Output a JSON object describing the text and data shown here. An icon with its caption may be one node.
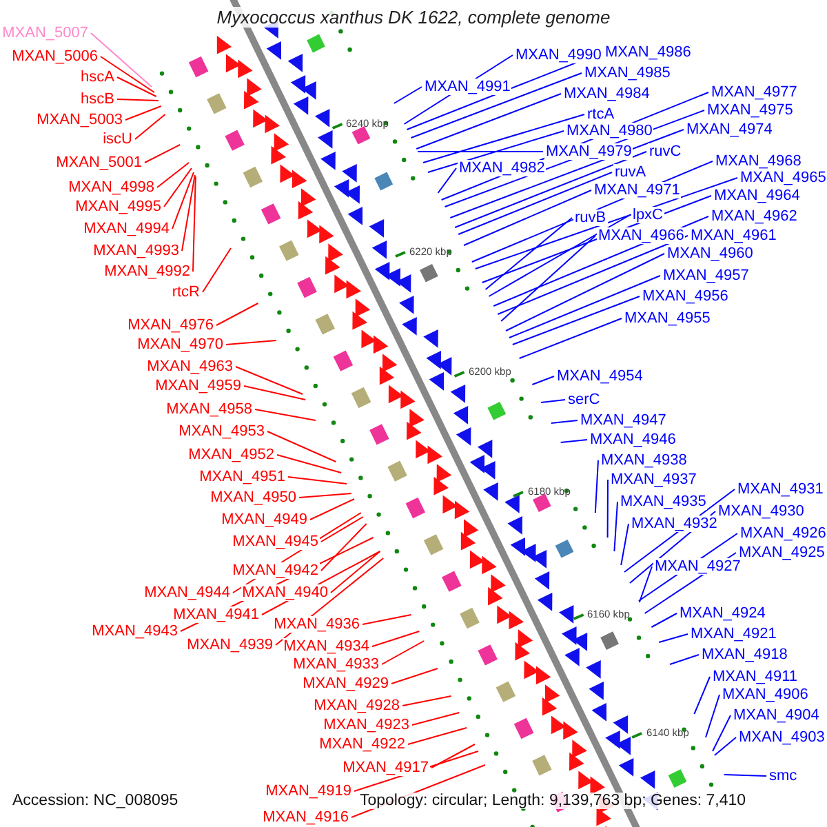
{
  "diagram": {
    "title": "Myxococcus xanthus DK 1622, complete genome",
    "nodes": [
      {
        "text": [
          "MXAN_5007"
        ]
      },
      {
        "text": [
          "MXAN_5006"
        ]
      },
      {
        "text": [
          "hscA"
        ]
      },
      {
        "text": [
          "hscB"
        ]
      },
      {
        "text": [
          "MXAN_5003"
        ]
      },
      {
        "text": [
          "iscU"
        ]
      },
      {
        "text": [
          "MXAN_5001"
        ]
      },
      {
        "text": [
          "MXAN_4998"
        ]
      },
      {
        "text": [
          "MXAN_4995"
        ]
      },
      {
        "text": [
          "MXAN_4994"
        ]
      },
      {
        "text": [
          "MXAN_4993"
        ]
      },
      {
        "text": [
          "MXAN_4992"
        ]
      },
      {
        "text": [
          "rtcR"
        ]
      },
      {
        "text": [
          "MXAN_4976"
        ]
      },
      {
        "text": [
          "MXAN_4970"
        ]
      },
      {
        "text": [
          "MXAN_4963"
        ]
      },
      {
        "text": [
          "MXAN_4959"
        ]
      },
      {
        "text": [
          "MXAN_4958"
        ]
      },
      {
        "text": [
          "MXAN_4953"
        ]
      },
      {
        "text": [
          "MXAN_4952"
        ]
      },
      {
        "text": [
          "MXAN_4951"
        ]
      },
      {
        "text": [
          "MXAN_4950"
        ]
      },
      {
        "text": [
          "MXAN_4949"
        ]
      },
      {
        "text": [
          "MXAN_4945"
        ]
      },
      {
        "text": [
          "MXAN_4942"
        ]
      },
      {
        "text": [
          "MXAN_4944"
        ]
      },
      {
        "text": [
          "MXAN_4940"
        ]
      },
      {
        "text": [
          "MXAN_4941"
        ]
      },
      {
        "text": [
          "MXAN_4943"
        ]
      },
      {
        "text": [
          "MXAN_4936"
        ]
      },
      {
        "text": [
          "MXAN_4939"
        ]
      },
      {
        "text": [
          "MXAN_4934"
        ]
      },
      {
        "text": [
          "MXAN_4933"
        ]
      },
      {
        "text": [
          "MXAN_4929"
        ]
      },
      {
        "text": [
          "MXAN_4928"
        ]
      },
      {
        "text": [
          "MXAN_4923"
        ]
      },
      {
        "text": [
          "MXAN_4922"
        ]
      },
      {
        "text": [
          "MXAN_4917"
        ]
      },
      {
        "text": [
          "MXAN_4919"
        ]
      },
      {
        "text": [
          "MXAN_4916"
        ]
      },
      {
        "text": [
          "MXAN_4990"
        ]
      },
      {
        "text": [
          "MXAN_4986"
        ]
      },
      {
        "text": [
          "MXAN_4991"
        ]
      },
      {
        "text": [
          "MXAN_4985"
        ]
      },
      {
        "text": [
          "MXAN_4984"
        ]
      },
      {
        "text": [
          "rtcA"
        ]
      },
      {
        "text": [
          "MXAN_4980"
        ]
      },
      {
        "text": [
          "MXAN_4979"
        ]
      },
      {
        "text": [
          "MXAN_4982"
        ]
      },
      {
        "text": [
          "MXAN_4977"
        ]
      },
      {
        "text": [
          "MXAN_4975"
        ]
      },
      {
        "text": [
          "MXAN_4974"
        ]
      },
      {
        "text": [
          "ruvC"
        ]
      },
      {
        "text": [
          "ruvA"
        ]
      },
      {
        "text": [
          "MXAN_4971"
        ]
      },
      {
        "text": [
          "MXAN_4968"
        ]
      },
      {
        "text": [
          "MXAN_4965"
        ]
      },
      {
        "text": [
          "MXAN_4964"
        ]
      },
      {
        "text": [
          "ruvB"
        ]
      },
      {
        "text": [
          "lpxC"
        ]
      },
      {
        "text": [
          "MXAN_4962"
        ]
      },
      {
        "text": [
          "MXAN_4961"
        ]
      },
      {
        "text": [
          "MXAN_4966"
        ]
      },
      {
        "text": [
          "MXAN_4960"
        ]
      },
      {
        "text": [
          "MXAN_4957"
        ]
      },
      {
        "text": [
          "MXAN_4956"
        ]
      },
      {
        "text": [
          "MXAN_4955"
        ]
      },
      {
        "text": [
          "MXAN_4954"
        ]
      },
      {
        "text": [
          "serC"
        ]
      },
      {
        "text": [
          "MXAN_4947"
        ]
      },
      {
        "text": [
          "MXAN_4946"
        ]
      },
      {
        "text": [
          "MXAN_4938"
        ]
      },
      {
        "text": [
          "MXAN_4937"
        ]
      },
      {
        "text": [
          "MXAN_4935"
        ]
      },
      {
        "text": [
          "MXAN_4932"
        ]
      },
      {
        "text": [
          "MXAN_4931"
        ]
      },
      {
        "text": [
          "MXAN_4930"
        ]
      },
      {
        "text": [
          "MXAN_4926"
        ]
      },
      {
        "text": [
          "MXAN_4925"
        ]
      },
      {
        "text": [
          "MXAN_4927"
        ]
      },
      {
        "text": [
          "MXAN_4924"
        ]
      },
      {
        "text": [
          "MXAN_4921"
        ]
      },
      {
        "text": [
          "MXAN_4918"
        ]
      },
      {
        "text": [
          "MXAN_4911"
        ]
      },
      {
        "text": [
          "MXAN_4906"
        ]
      },
      {
        "text": [
          "MXAN_4904"
        ]
      },
      {
        "text": [
          "MXAN_4903"
        ]
      },
      {
        "text": [
          "smc"
        ]
      }
    ],
    "edges": [
      {
        "from": 0,
        "to": null,
        "arrow": "none",
        "color": "#ff88cc"
      },
      {
        "from": 1,
        "to": null,
        "arrow": "none",
        "color": "#ff0000"
      },
      {
        "from": 2,
        "to": null,
        "arrow": "none",
        "color": "#ff0000"
      },
      {
        "from": 3,
        "to": null,
        "arrow": "none",
        "color": "#ff0000"
      },
      {
        "from": 4,
        "to": null,
        "arrow": "none",
        "color": "#ff0000"
      },
      {
        "from": 5,
        "to": null,
        "arrow": "none",
        "color": "#ff0000"
      },
      {
        "from": 6,
        "to": null,
        "arrow": "none",
        "color": "#ff0000"
      },
      {
        "from": 7,
        "to": null,
        "arrow": "none",
        "color": "#ff0000"
      },
      {
        "from": 8,
        "to": null,
        "arrow": "none",
        "color": "#ff0000"
      },
      {
        "from": 9,
        "to": null,
        "arrow": "none",
        "color": "#ff0000"
      },
      {
        "from": 10,
        "to": null,
        "arrow": "none",
        "color": "#ff0000"
      },
      {
        "from": 11,
        "to": null,
        "arrow": "none",
        "color": "#ff0000"
      },
      {
        "from": 12,
        "to": null,
        "arrow": "none",
        "color": "#ff0000"
      },
      {
        "from": 13,
        "to": null,
        "arrow": "none",
        "color": "#ff0000"
      },
      {
        "from": 14,
        "to": null,
        "arrow": "none",
        "color": "#ff0000"
      },
      {
        "from": 15,
        "to": null,
        "arrow": "none",
        "color": "#ff0000"
      },
      {
        "from": 16,
        "to": null,
        "arrow": "none",
        "color": "#ff0000"
      },
      {
        "from": 17,
        "to": null,
        "arrow": "none",
        "color": "#ff0000"
      },
      {
        "from": 18,
        "to": null,
        "arrow": "none",
        "color": "#ff0000"
      },
      {
        "from": 19,
        "to": null,
        "arrow": "none",
        "color": "#ff0000"
      },
      {
        "from": 20,
        "to": null,
        "arrow": "none",
        "color": "#ff0000"
      },
      {
        "from": 21,
        "to": null,
        "arrow": "none",
        "color": "#ff0000"
      },
      {
        "from": 22,
        "to": null,
        "arrow": "none",
        "color": "#ff0000"
      },
      {
        "from": 23,
        "to": null,
        "arrow": "none",
        "color": "#ff0000"
      },
      {
        "from": 24,
        "to": null,
        "arrow": "none",
        "color": "#ff0000"
      },
      {
        "from": 25,
        "to": null,
        "arrow": "none",
        "color": "#ff0000"
      },
      {
        "from": 26,
        "to": null,
        "arrow": "none",
        "color": "#ff0000"
      },
      {
        "from": 27,
        "to": null,
        "arrow": "none",
        "color": "#ff0000"
      },
      {
        "from": 28,
        "to": null,
        "arrow": "none",
        "color": "#ff0000"
      },
      {
        "from": 29,
        "to": null,
        "arrow": "none",
        "color": "#ff0000"
      },
      {
        "from": 30,
        "to": null,
        "arrow": "none",
        "color": "#ff0000"
      },
      {
        "from": 31,
        "to": null,
        "arrow": "none",
        "color": "#ff0000"
      },
      {
        "from": 32,
        "to": null,
        "arrow": "none",
        "color": "#ff0000"
      },
      {
        "from": 33,
        "to": null,
        "arrow": "none",
        "color": "#ff0000"
      },
      {
        "from": 34,
        "to": null,
        "arrow": "none",
        "color": "#ff0000"
      },
      {
        "from": 35,
        "to": null,
        "arrow": "none",
        "color": "#ff0000"
      },
      {
        "from": 36,
        "to": null,
        "arrow": "none",
        "color": "#ff0000"
      },
      {
        "from": 37,
        "to": null,
        "arrow": "none",
        "color": "#ff0000"
      },
      {
        "from": 38,
        "to": null,
        "arrow": "none",
        "color": "#ff0000"
      },
      {
        "from": 39,
        "to": null,
        "arrow": "none",
        "color": "#ff0000"
      },
      {
        "from": 40,
        "to": null,
        "arrow": "none",
        "color": "#0000ff"
      },
      {
        "from": 41,
        "to": null,
        "arrow": "none",
        "color": "#0000ff"
      },
      {
        "from": 42,
        "to": null,
        "arrow": "none",
        "color": "#0000ff"
      },
      {
        "from": 43,
        "to": null,
        "arrow": "none",
        "color": "#0000ff"
      },
      {
        "from": 44,
        "to": null,
        "arrow": "none",
        "color": "#0000ff"
      },
      {
        "from": 45,
        "to": null,
        "arrow": "none",
        "color": "#0000ff"
      },
      {
        "from": 46,
        "to": null,
        "arrow": "none",
        "color": "#0000ff"
      },
      {
        "from": 47,
        "to": null,
        "arrow": "none",
        "color": "#0000ff"
      },
      {
        "from": 48,
        "to": null,
        "arrow": "none",
        "color": "#0000ff"
      },
      {
        "from": 49,
        "to": null,
        "arrow": "none",
        "color": "#0000ff"
      },
      {
        "from": 50,
        "to": null,
        "arrow": "none",
        "color": "#0000ff"
      },
      {
        "from": 51,
        "to": null,
        "arrow": "none",
        "color": "#0000ff"
      },
      {
        "from": 52,
        "to": null,
        "arrow": "none",
        "color": "#0000ff"
      },
      {
        "from": 53,
        "to": null,
        "arrow": "none",
        "color": "#0000ff"
      },
      {
        "from": 54,
        "to": null,
        "arrow": "none",
        "color": "#0000ff"
      },
      {
        "from": 55,
        "to": null,
        "arrow": "none",
        "color": "#0000ff"
      },
      {
        "from": 56,
        "to": null,
        "arrow": "none",
        "color": "#0000ff"
      },
      {
        "from": 57,
        "to": null,
        "arrow": "none",
        "color": "#0000ff"
      },
      {
        "from": 58,
        "to": null,
        "arrow": "none",
        "color": "#0000ff"
      },
      {
        "from": 59,
        "to": null,
        "arrow": "none",
        "color": "#0000ff"
      },
      {
        "from": 60,
        "to": null,
        "arrow": "none",
        "color": "#0000ff"
      },
      {
        "from": 61,
        "to": null,
        "arrow": "none",
        "color": "#0000ff"
      },
      {
        "from": 62,
        "to": null,
        "arrow": "none",
        "color": "#0000ff"
      },
      {
        "from": 63,
        "to": null,
        "arrow": "none",
        "color": "#0000ff"
      },
      {
        "from": 64,
        "to": null,
        "arrow": "none",
        "color": "#0000ff"
      },
      {
        "from": 65,
        "to": null,
        "arrow": "none",
        "color": "#0000ff"
      },
      {
        "from": 66,
        "to": null,
        "arrow": "none",
        "color": "#0000ff"
      },
      {
        "from": 67,
        "to": null,
        "arrow": "none",
        "color": "#0000ff"
      },
      {
        "from": 68,
        "to": null,
        "arrow": "none",
        "color": "#0000ff"
      },
      {
        "from": 69,
        "to": null,
        "arrow": "none",
        "color": "#0000ff"
      },
      {
        "from": 70,
        "to": null,
        "arrow": "none",
        "color": "#0000ff"
      },
      {
        "from": 71,
        "to": null,
        "arrow": "none",
        "color": "#0000ff"
      },
      {
        "from": 72,
        "to": null,
        "arrow": "none",
        "color": "#0000ff"
      },
      {
        "from": 73,
        "to": null,
        "arrow": "none",
        "color": "#0000ff"
      },
      {
        "from": 74,
        "to": null,
        "arrow": "none",
        "color": "#0000ff"
      },
      {
        "from": 75,
        "to": null,
        "arrow": "none",
        "color": "#0000ff"
      },
      {
        "from": 76,
        "to": null,
        "arrow": "none",
        "color": "#0000ff"
      },
      {
        "from": 77,
        "to": null,
        "arrow": "none",
        "color": "#0000ff"
      },
      {
        "from": 78,
        "to": null,
        "arrow": "none",
        "color": "#0000ff"
      },
      {
        "from": 79,
        "to": null,
        "arrow": "none",
        "color": "#0000ff"
      },
      {
        "from": 80,
        "to": null,
        "arrow": "none",
        "color": "#0000ff"
      },
      {
        "from": 81,
        "to": null,
        "arrow": "none",
        "color": "#0000ff"
      },
      {
        "from": 82,
        "to": null,
        "arrow": "none",
        "color": "#0000ff"
      },
      {
        "from": 83,
        "to": null,
        "arrow": "none",
        "color": "#0000ff"
      },
      {
        "from": 84,
        "to": null,
        "arrow": "none",
        "color": "#0000ff"
      },
      {
        "from": 85,
        "to": null,
        "arrow": "none",
        "color": "#0000ff"
      },
      {
        "from": 86,
        "to": null,
        "arrow": "none",
        "color": "#0000ff"
      },
      {
        "from": 87,
        "to": null,
        "arrow": "none",
        "color": "#0000ff"
      }
    ],
    "labels": [
      "6240 kbp",
      "6220 kbp",
      "6200 kbp",
      "6180 kbp",
      "6160 kbp",
      "6140 kbp",
      "Accession: NC_008095",
      "Topology: circular; Length: 9,139,763 bp; Genes: 7,410"
    ]
  }
}
